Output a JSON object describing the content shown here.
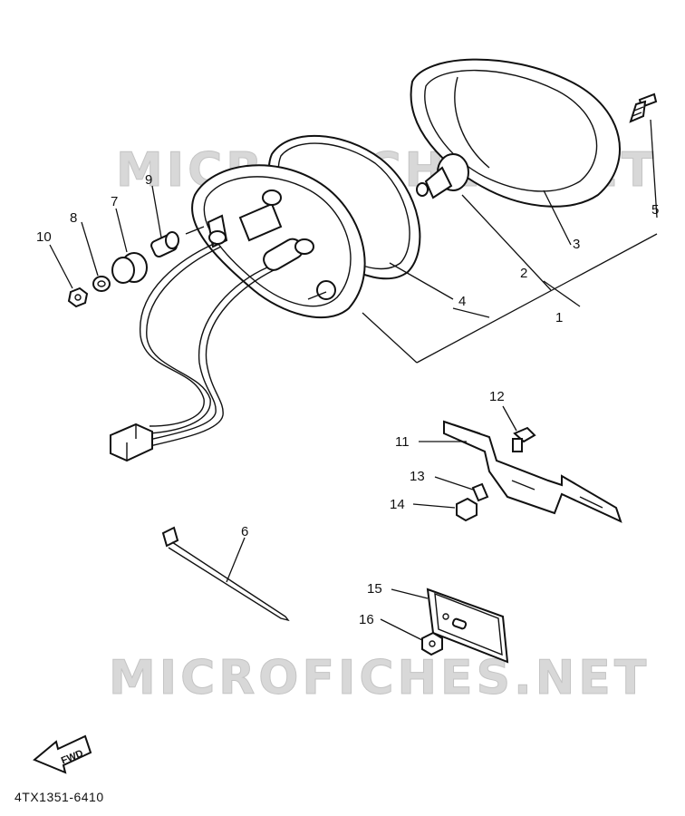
{
  "watermark": "MICROFICHES.NET",
  "diagram_code": "4TX1351-6410",
  "fwd_label": "FWD",
  "icons": [
    "fwd-arrow-icon"
  ],
  "part_numbers": {
    "p1": "1",
    "p2": "2",
    "p3": "3",
    "p4": "4",
    "p5": "5",
    "p6": "6",
    "p7": "7",
    "p8": "8",
    "p9": "9",
    "p10": "10",
    "p11": "11",
    "p12": "12",
    "p13": "13",
    "p14": "14",
    "p15": "15",
    "p16": "16"
  }
}
